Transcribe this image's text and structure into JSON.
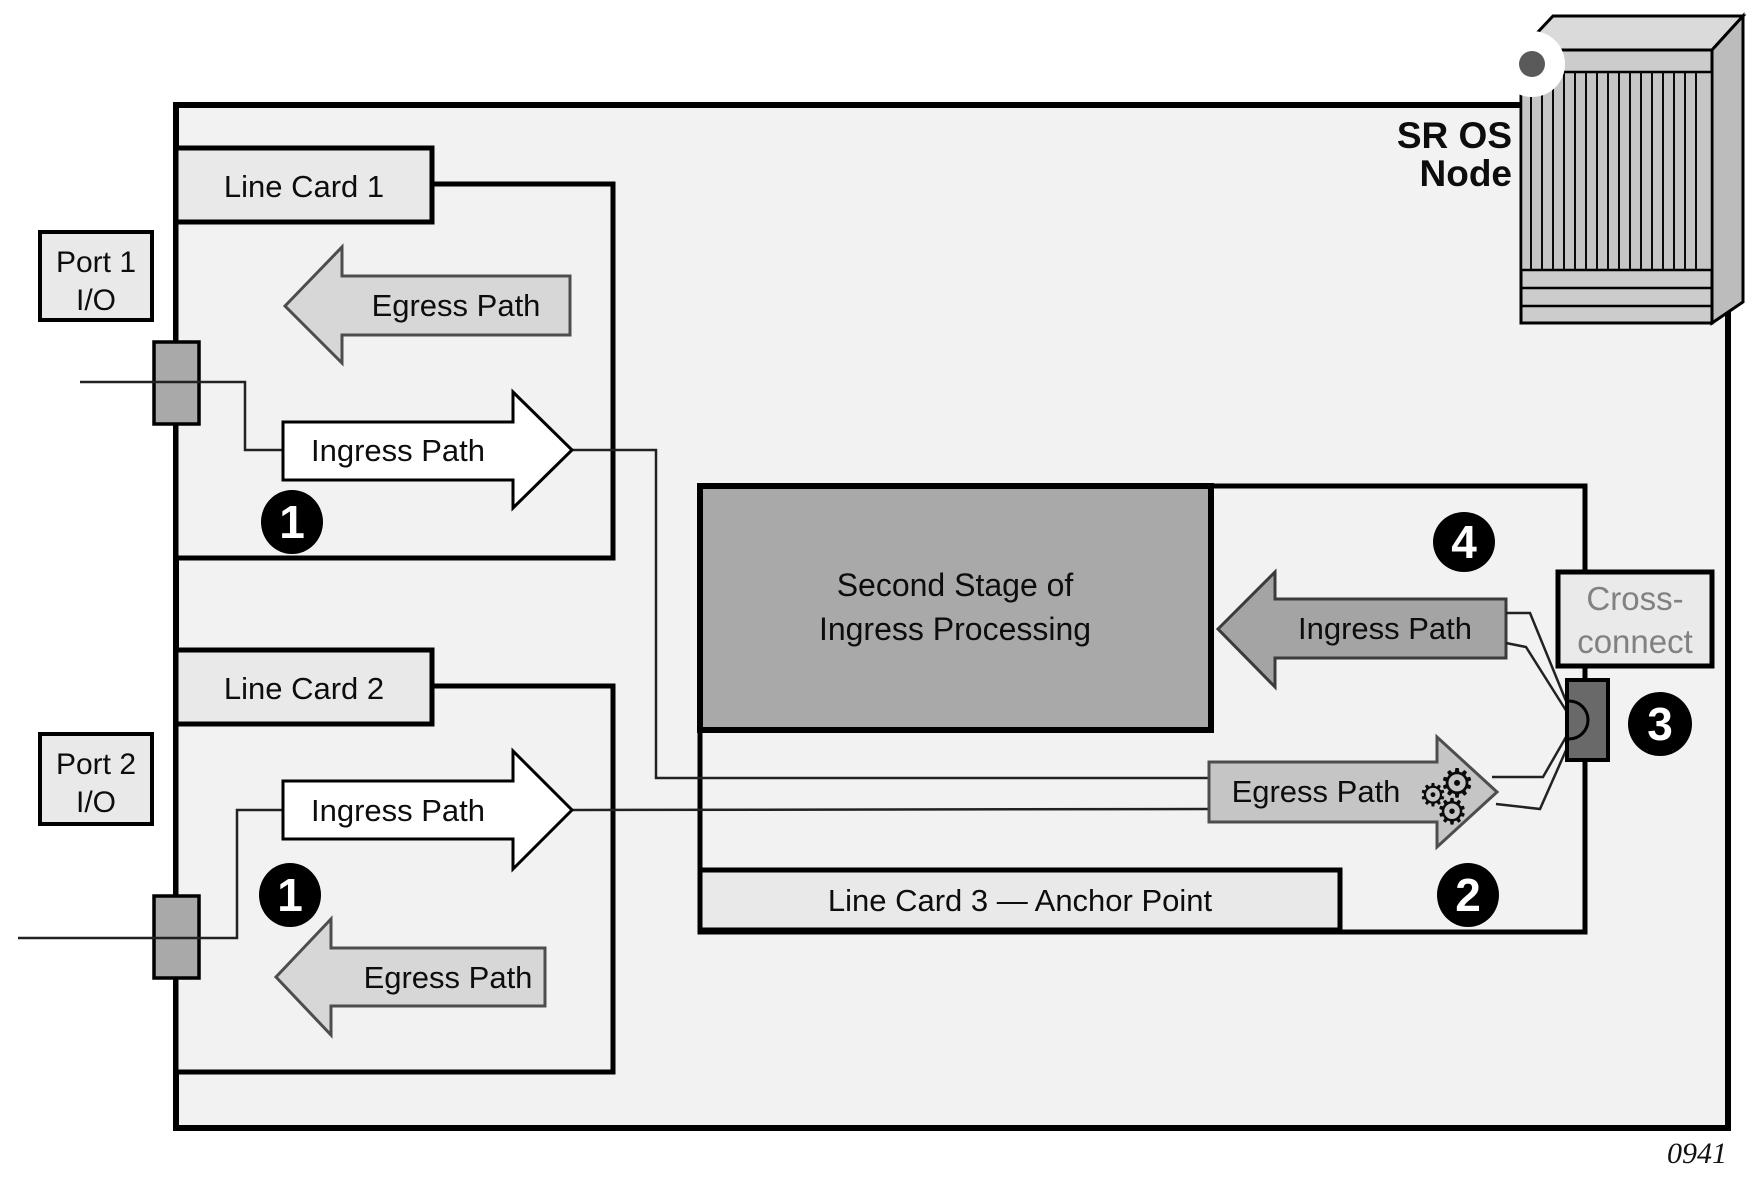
{
  "node": {
    "title_line1": "SR OS",
    "title_line2": "Node"
  },
  "figure_number": "0941",
  "ports": [
    {
      "line1": "Port 1",
      "line2": "I/O"
    },
    {
      "line1": "Port 2",
      "line2": "I/O"
    }
  ],
  "line_cards": [
    {
      "label": "Line Card 1",
      "ingress": "Ingress Path",
      "egress": "Egress Path",
      "badge": "1"
    },
    {
      "label": "Line Card 2",
      "ingress": "Ingress Path",
      "egress": "Egress Path",
      "badge": "1"
    }
  ],
  "anchor_card": {
    "label": "Line Card 3 — Anchor Point",
    "second_stage_line1": "Second Stage of",
    "second_stage_line2": "Ingress Processing",
    "ingress": "Ingress Path",
    "egress": "Egress Path",
    "badge_egress": "2",
    "badge_loop": "3",
    "badge_ingress": "4"
  },
  "cross_connect": {
    "line1": "Cross-",
    "line2": "connect"
  },
  "icons": {
    "gear": "⚙"
  },
  "colors": {
    "outer_fill": "#f2f2f2",
    "panel_fill": "#e9e9e9",
    "second_stage_fill": "#a9a9a9",
    "ingress3_fill": "#a4a4a4",
    "egress3_fill": "#c5c5c5",
    "egress12_fill": "#d7d7d7",
    "ingress12_fill": "#ffffff",
    "port_connector_fill": "#a9a9a9",
    "loop_rect_fill": "#696969",
    "badge_fill": "#000000",
    "cross_connect_text": "#818181",
    "chassis_front": "#cccccc",
    "chassis_top": "#dadada",
    "chassis_side": "#bcbcbc"
  }
}
